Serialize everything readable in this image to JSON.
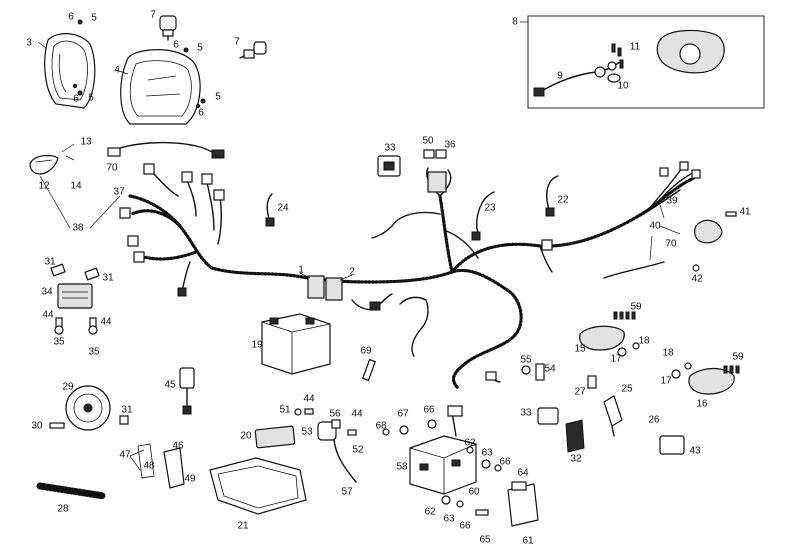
{
  "callouts": {
    "c1": "1",
    "c2": "2",
    "c3": "3",
    "c4": "4",
    "c5a": "5",
    "c5b": "5",
    "c5c": "5",
    "c5d": "5",
    "c6a": "6",
    "c6b": "6",
    "c6c": "6",
    "c6d": "6",
    "c7a": "7",
    "c7b": "7",
    "c8": "8",
    "c9": "9",
    "c10": "10",
    "c11": "11",
    "c12": "12",
    "c13": "13",
    "c14": "14",
    "c15": "15",
    "c16": "16",
    "c17a": "17",
    "c17b": "17",
    "c18a": "18",
    "c18b": "18",
    "c19": "19",
    "c20": "20",
    "c21": "21",
    "c22": "22",
    "c23": "23",
    "c24": "24",
    "c25": "25",
    "c26": "26",
    "c27": "27",
    "c28": "28",
    "c29": "29",
    "c30": "30",
    "c31a": "31",
    "c31b": "31",
    "c31c": "31",
    "c32": "32",
    "c33a": "33",
    "c33b": "33",
    "c34": "34",
    "c35a": "35",
    "c35b": "35",
    "c36": "36",
    "c37": "37",
    "c38": "38",
    "c39": "39",
    "c40": "40",
    "c41": "41",
    "c42": "42",
    "c43": "43",
    "c44a": "44",
    "c44b": "44",
    "c44c": "44",
    "c44d": "44",
    "c45": "45",
    "c46": "46",
    "c47": "47",
    "c48": "48",
    "c49": "49",
    "c50": "50",
    "c51": "51",
    "c52": "52",
    "c53": "53",
    "c54": "54",
    "c55": "55",
    "c56": "56",
    "c57": "57",
    "c58": "58",
    "c59a": "59",
    "c59b": "59",
    "c60": "60",
    "c61": "61",
    "c62a": "62",
    "c62b": "62",
    "c63a": "63",
    "c63b": "63",
    "c64": "64",
    "c65": "65",
    "c66a": "66",
    "c66b": "66",
    "c66c": "66",
    "c67": "67",
    "c68": "68",
    "c69": "69",
    "c70a": "70",
    "c70b": "70"
  }
}
